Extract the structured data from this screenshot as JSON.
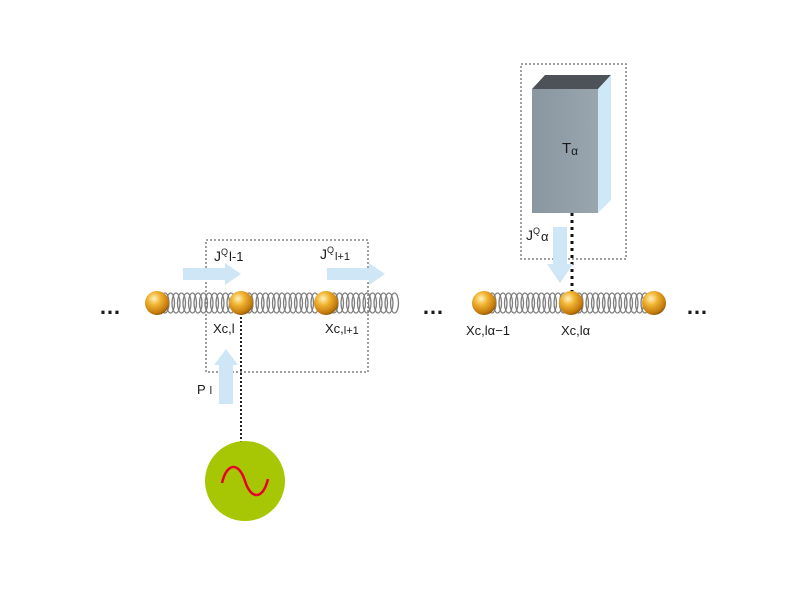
{
  "labels": {
    "heat_current_left": {
      "main": "J",
      "sup": "Q",
      "sub": "l-1"
    },
    "heat_current_right": {
      "main": "J",
      "sup": "Q",
      "sub": "l+1"
    },
    "heat_current_reservoir": {
      "main": "J",
      "sup": "Q",
      "sub": "α"
    },
    "position_l": {
      "main": "Xc,",
      "sub": "l"
    },
    "position_l_plus_1": {
      "main": "Xc,",
      "sub": "l+1"
    },
    "position_l_alpha_minus_1": {
      "main": "Xc,",
      "sub": "lα−1"
    },
    "position_l_alpha": {
      "main": "Xc,",
      "sub": "lα"
    },
    "power_input": {
      "main": "P",
      "sub": "l"
    },
    "reservoir": {
      "main": "T",
      "sub": "α"
    }
  },
  "ellipsis": "…",
  "colors": {
    "bead": "#e69a1a",
    "spring": "#8a8a8a",
    "arrow": "#cfe6f6",
    "box_front": "#8d9aa3",
    "box_top": "#4c5257",
    "box_side": "#cfe8f7",
    "source": "#a7c705",
    "sine": "#e8002a",
    "dotted": "#808080"
  },
  "icons": [
    "bead-icon",
    "spring-icon",
    "arrow-icon",
    "sine-wave-icon"
  ]
}
